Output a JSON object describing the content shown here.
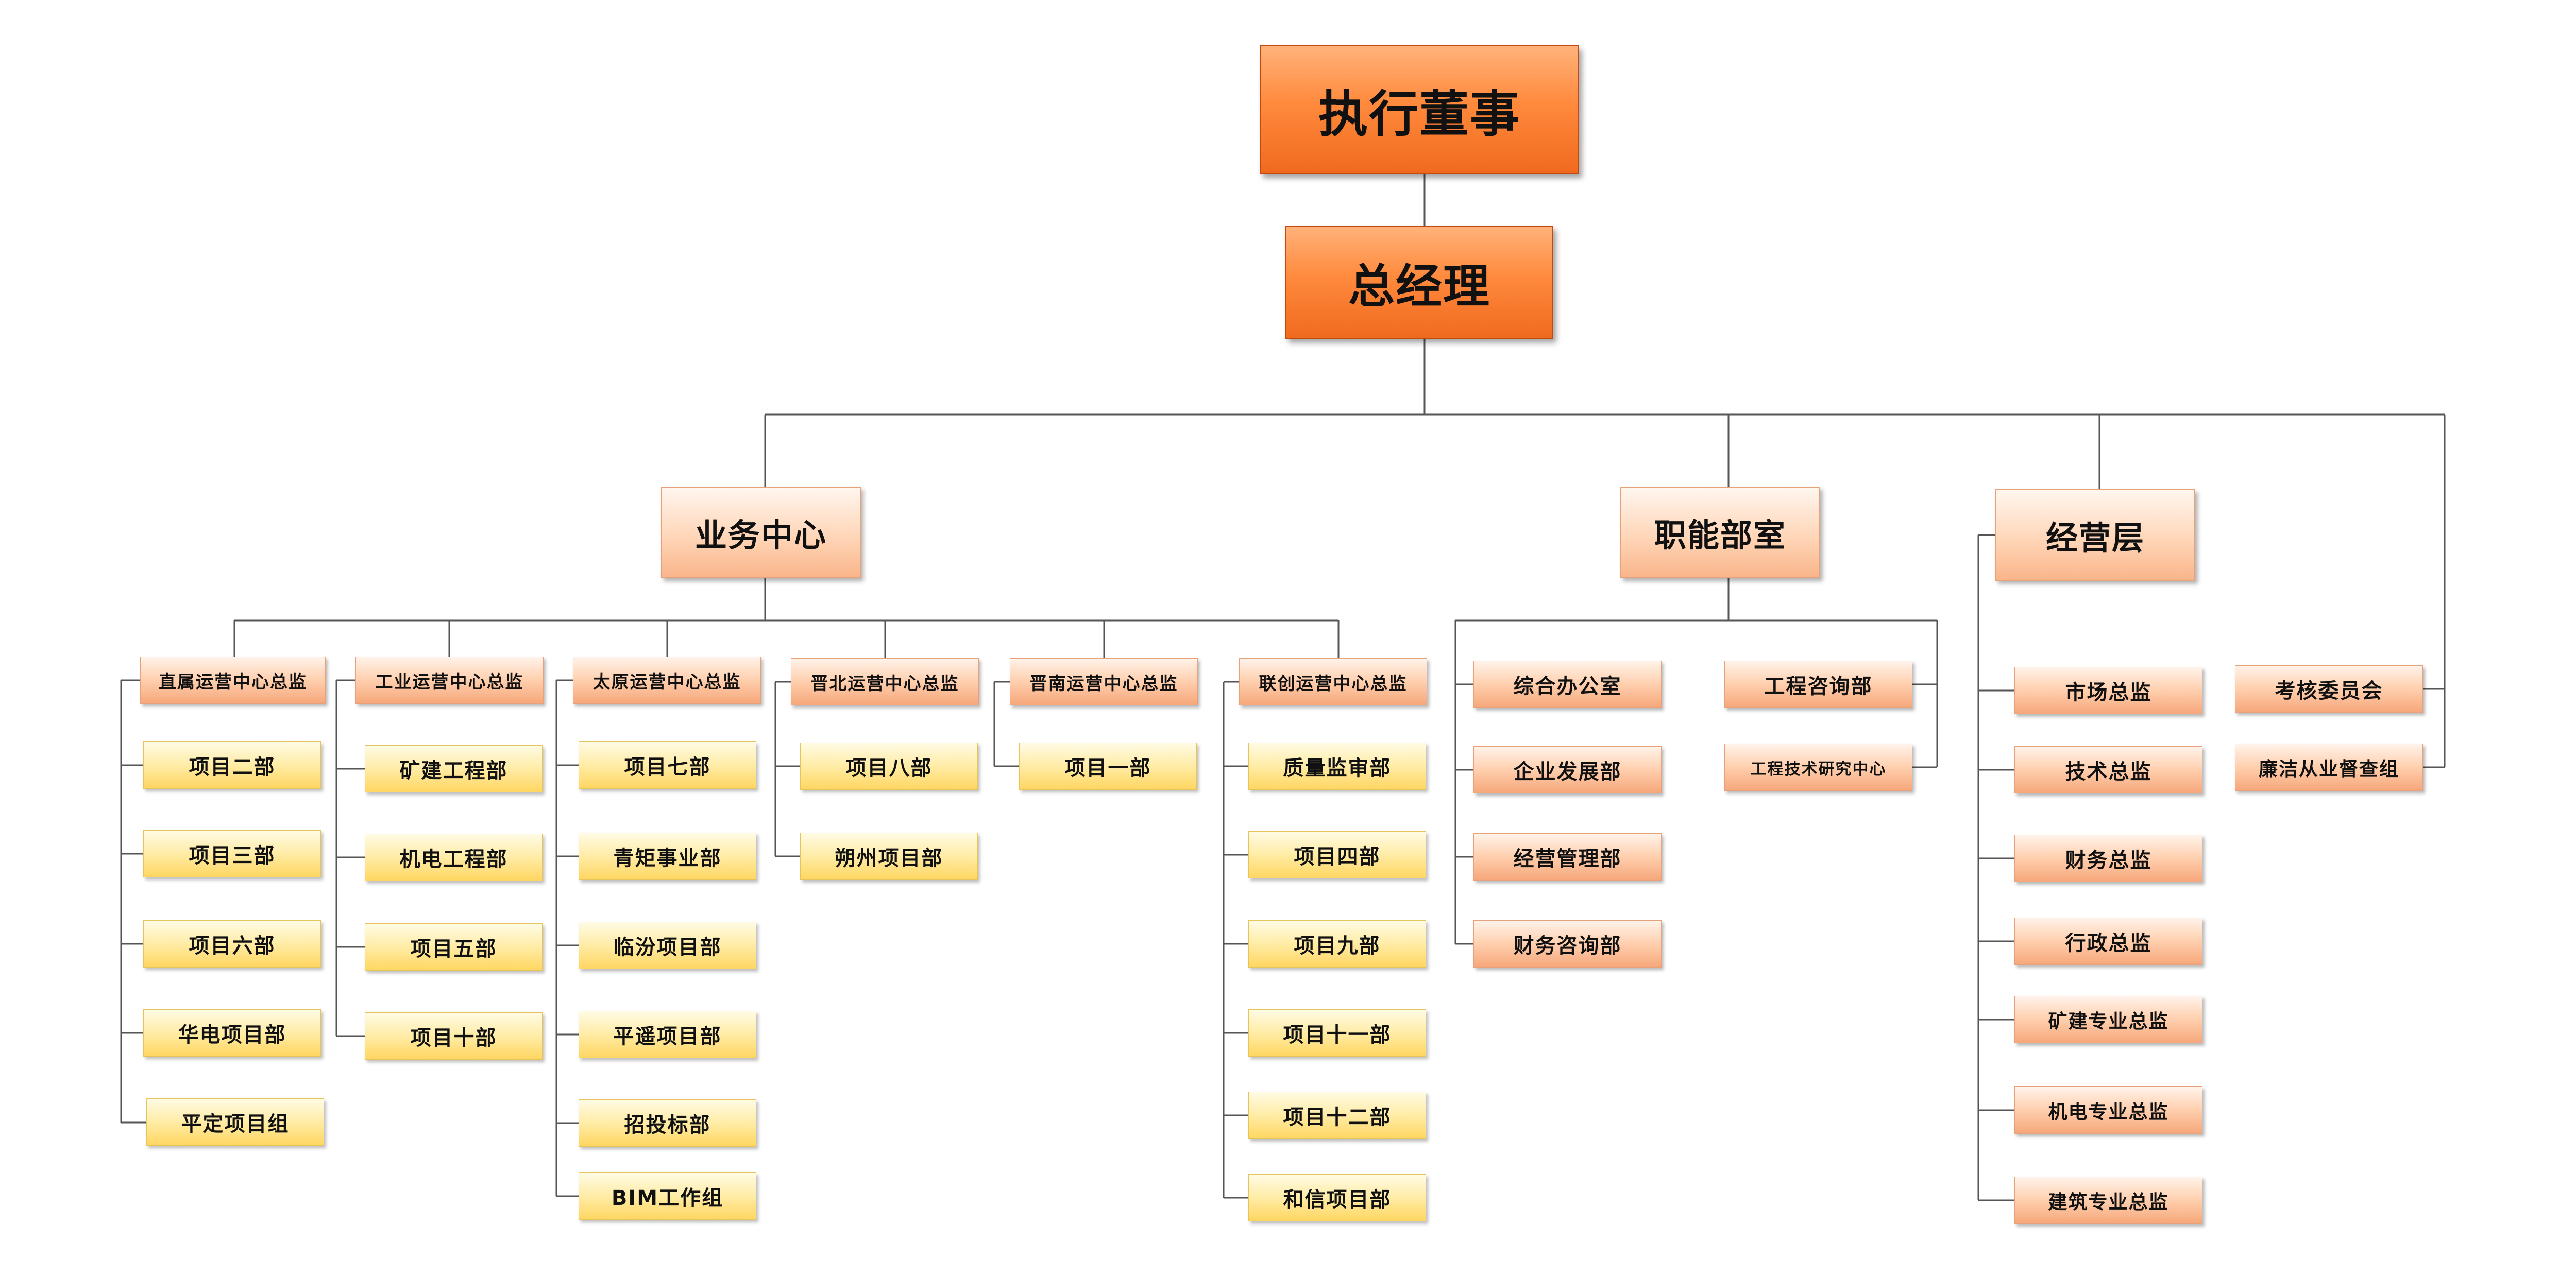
{
  "colors": {
    "top": "#f47a2a",
    "mid": "#ffd2b0",
    "orange_box": "#ffcfae",
    "yellow_box": "#ffe88c",
    "line": "#555555"
  },
  "top": {
    "exec": "执行董事",
    "gm": "总经理"
  },
  "centers": {
    "business": "业务中心",
    "functional": "职能部室",
    "management": "经营层"
  },
  "business_groups": [
    {
      "head": "直属运营中心总监",
      "items": [
        "项目二部",
        "项目三部",
        "项目六部",
        "华电项目部",
        "平定项目组"
      ]
    },
    {
      "head": "工业运营中心总监",
      "items": [
        "矿建工程部",
        "机电工程部",
        "项目五部",
        "项目十部"
      ]
    },
    {
      "head": "太原运营中心总监",
      "items": [
        "项目七部",
        "青矩事业部",
        "临汾项目部",
        "平遥项目部",
        "招投标部",
        "BIM工作组"
      ]
    },
    {
      "head": "晋北运营中心总监",
      "items": [
        "项目八部",
        "朔州项目部"
      ]
    },
    {
      "head": "晋南运营中心总监",
      "items": [
        "项目一部"
      ]
    },
    {
      "head": "联创运营中心总监",
      "items": [
        "质量监审部",
        "项目四部",
        "项目九部",
        "项目十一部",
        "项目十二部",
        "和信项目部"
      ]
    }
  ],
  "functional_left": [
    "综合办公室",
    "企业发展部",
    "经营管理部",
    "财务咨询部"
  ],
  "functional_right": [
    "工程咨询部",
    "工程技术研究中心"
  ],
  "management_items": [
    "市场总监",
    "技术总监",
    "财务总监",
    "行政总监",
    "矿建专业总监",
    "机电专业总监",
    "建筑专业总监"
  ],
  "oversight_items": [
    "考核委员会",
    "廉洁从业督查组"
  ]
}
